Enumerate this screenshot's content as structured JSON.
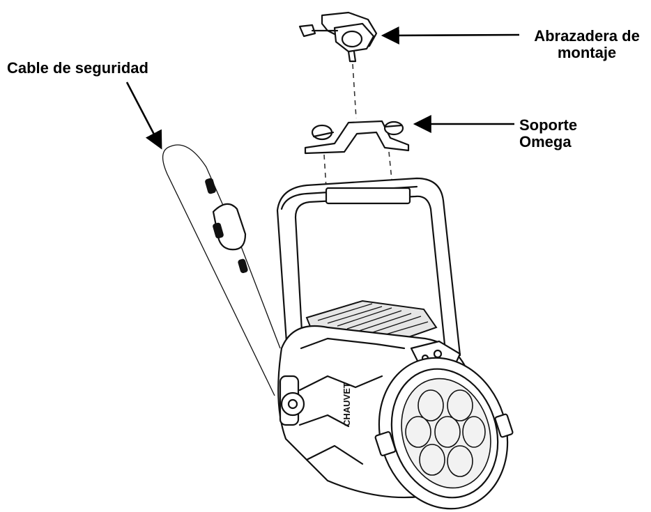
{
  "callouts": {
    "mounting_clamp": {
      "line1": "Abrazadera de",
      "line2": "montaje"
    },
    "omega_bracket": {
      "line1": "Soporte",
      "line2": "Omega"
    },
    "safety_cable": {
      "text": "Cable de seguridad"
    }
  },
  "logo_text": "CHAUVET",
  "colors": {
    "stroke": "#111111",
    "background": "#ffffff"
  }
}
